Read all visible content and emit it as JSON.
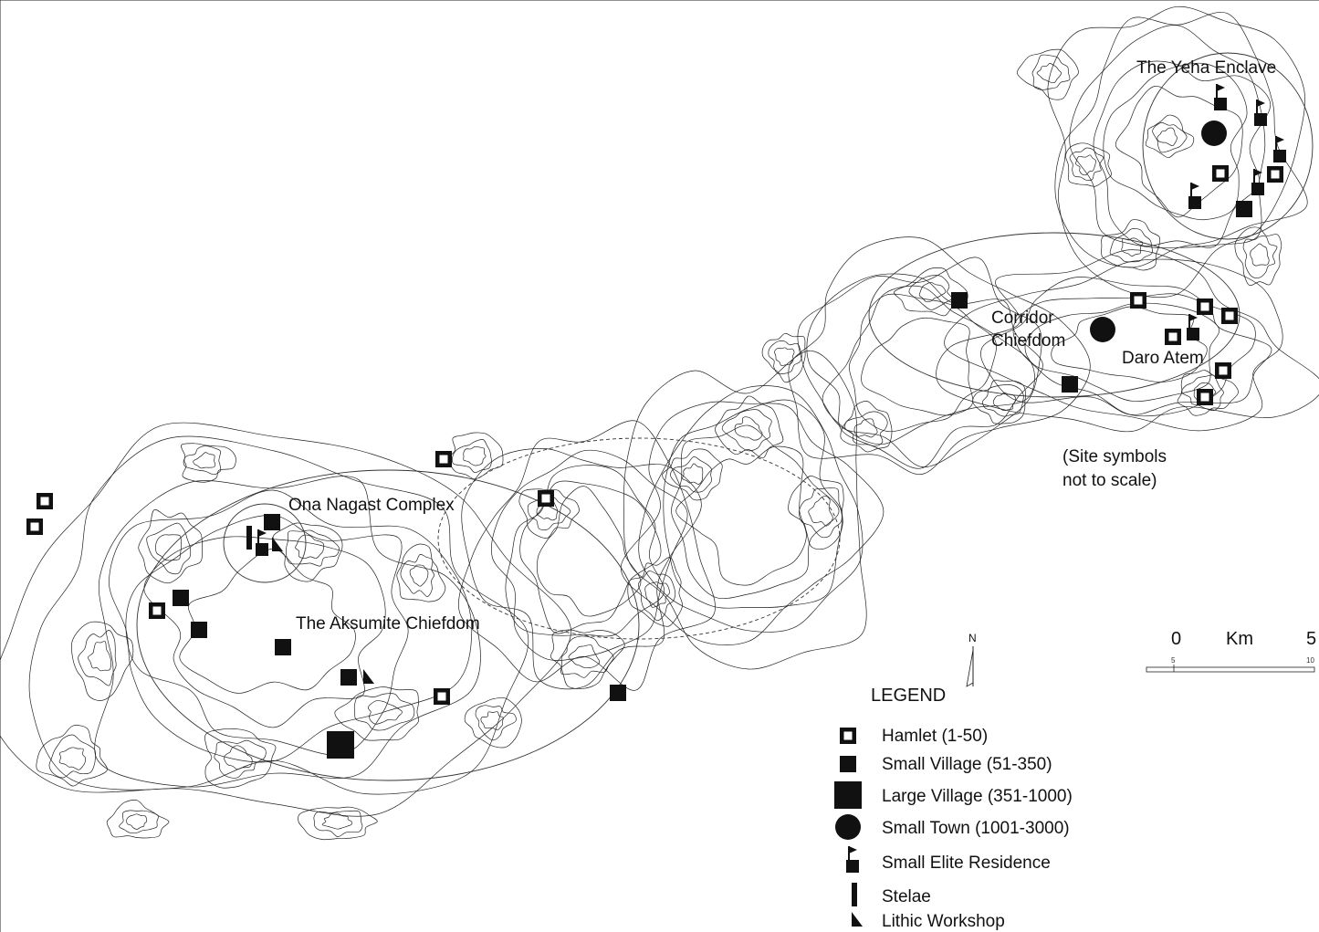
{
  "colors": {
    "ink": "#111111",
    "contour": "#222222",
    "background": "#ffffff"
  },
  "region_labels": {
    "yeha": "The Yeha Enclave",
    "corridor_1": "Corridor",
    "corridor_2": "Chiefdom",
    "daro": "Daro Atem",
    "ona": "Ona Nagast Complex",
    "aksumite": "The Aksumite Chiefdom"
  },
  "note": {
    "line1": "(Site symbols",
    "line2": "not to scale)"
  },
  "north_arrow": {
    "letter": "N"
  },
  "scale_bar": {
    "start": "0",
    "unit": "Km",
    "end": "5",
    "tick_mid": "5",
    "tick_end": "10"
  },
  "legend": {
    "title": "LEGEND",
    "items": [
      {
        "icon": "hamlet-icon",
        "label": "Hamlet (1-50)"
      },
      {
        "icon": "small-village-icon",
        "label": "Small Village (51-350)"
      },
      {
        "icon": "large-village-icon",
        "label": "Large Village (351-1000)"
      },
      {
        "icon": "small-town-icon",
        "label": "Small Town (1001-3000)"
      },
      {
        "icon": "small-elite-residence-icon",
        "label": "Small Elite Residence"
      },
      {
        "icon": "stelae-icon",
        "label": "Stelae"
      },
      {
        "icon": "lithic-workshop-icon",
        "label": "Lithic Workshop"
      }
    ]
  }
}
